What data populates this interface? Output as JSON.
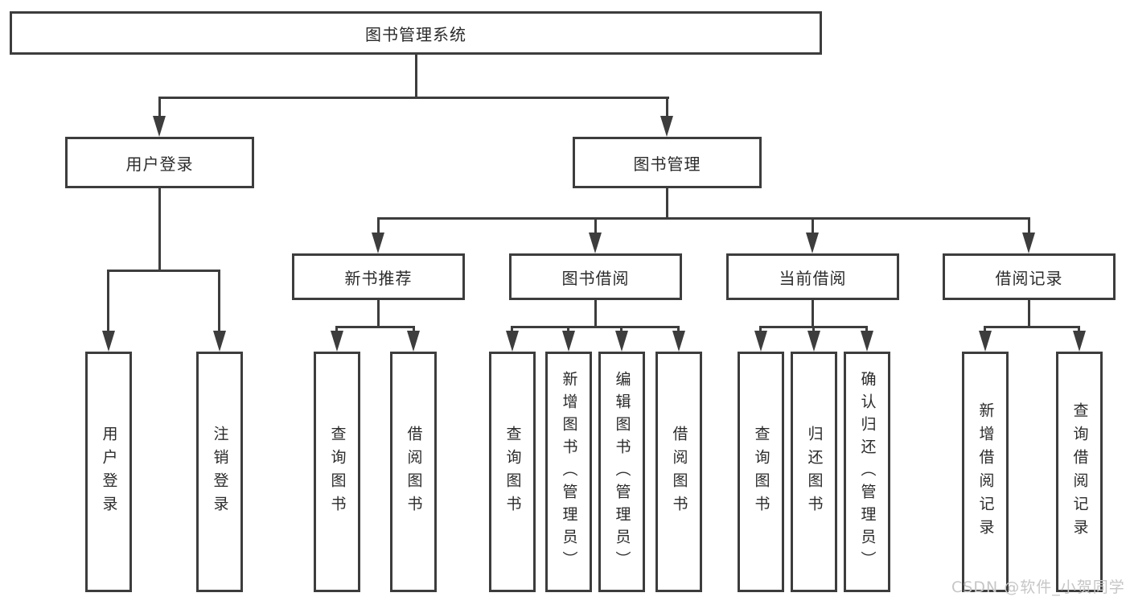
{
  "diagram_title": "图书管理系统",
  "tree": {
    "root": {
      "label": "图书管理系统"
    },
    "level2": [
      {
        "label": "用户登录"
      },
      {
        "label": "图书管理"
      }
    ],
    "user_login_children": [
      {
        "label": "用户登录"
      },
      {
        "label": "注销登录"
      }
    ],
    "book_mgmt_children": [
      {
        "label": "新书推荐"
      },
      {
        "label": "图书借阅"
      },
      {
        "label": "当前借阅"
      },
      {
        "label": "借阅记录"
      }
    ],
    "new_book_children": [
      {
        "label": "查询图书"
      },
      {
        "label": "借阅图书"
      }
    ],
    "borrow_children": [
      {
        "label": "查询图书"
      },
      {
        "label": "新增图书（管理员）"
      },
      {
        "label": "编辑图书（管理员）"
      },
      {
        "label": "借阅图书"
      }
    ],
    "current_children": [
      {
        "label": "查询图书"
      },
      {
        "label": "归还图书"
      },
      {
        "label": "确认归还（管理员）"
      }
    ],
    "record_children": [
      {
        "label": "新增借阅记录"
      },
      {
        "label": "查询借阅记录"
      }
    ]
  },
  "watermark": {
    "text": "CSDN @软件_小贺同学"
  },
  "colors": {
    "line": "#3d3d3d",
    "text": "#2b2b2b",
    "box_background": "#ffffff",
    "page_background": "#ffffff",
    "watermark": "#c6c6c6"
  }
}
